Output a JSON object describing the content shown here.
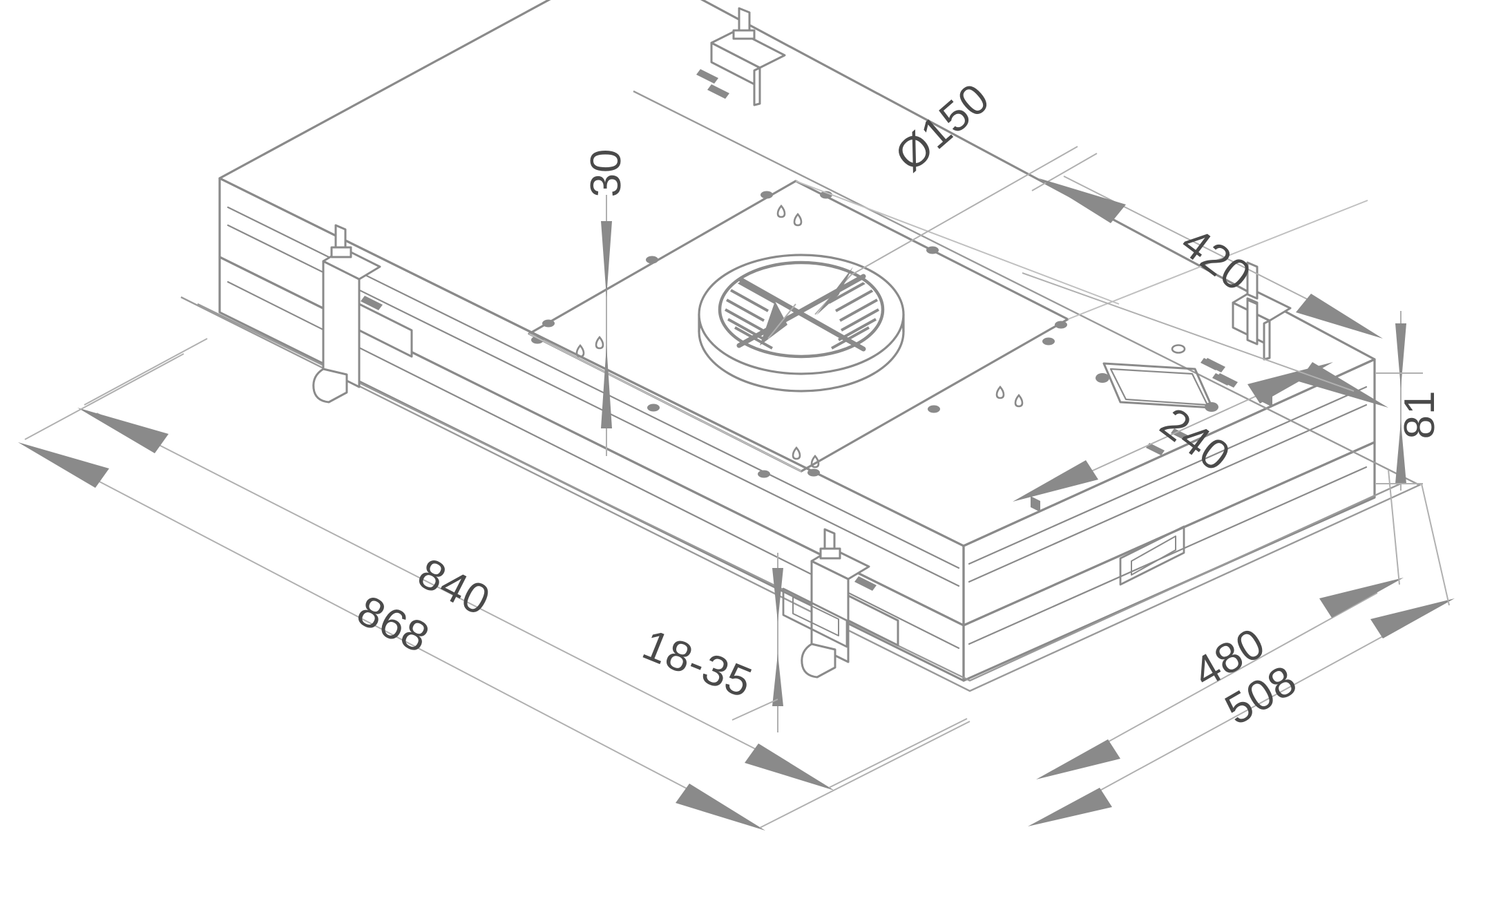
{
  "drawing": {
    "title": "Built-in cooker hood isometric dimension drawing",
    "view": "isometric",
    "units": "mm",
    "line_color": "#8a8a8a",
    "heavy_line_color": "#707070",
    "dim_line_color": "#b8b8b8",
    "text_color": "#4a4a4a",
    "arrow_fill": "#8a8a8a",
    "background": "#ffffff"
  },
  "dimensions": {
    "duct_diameter": "Ø150",
    "plate_depth_420": "420",
    "plate_depth_240": "240",
    "duct_offset_30": "30",
    "body_height_81": "81",
    "body_length_840": "840",
    "flange_length_868": "868",
    "ceiling_thickness_18_35": "18-35",
    "body_width_480": "480",
    "flange_width_508": "508"
  },
  "parts": {
    "main_body": "hood-body",
    "top_plate": "duct-mounting-plate",
    "vent": "round-duct-outlet-grille",
    "brackets": [
      "mounting-bracket-rear-left",
      "mounting-bracket-front-left",
      "mounting-bracket-rear-right",
      "mounting-bracket-front-right"
    ],
    "junction_box": "electrical-junction-box",
    "grease_filter_handles": [
      "filter-handle-left",
      "filter-handle-right"
    ]
  }
}
